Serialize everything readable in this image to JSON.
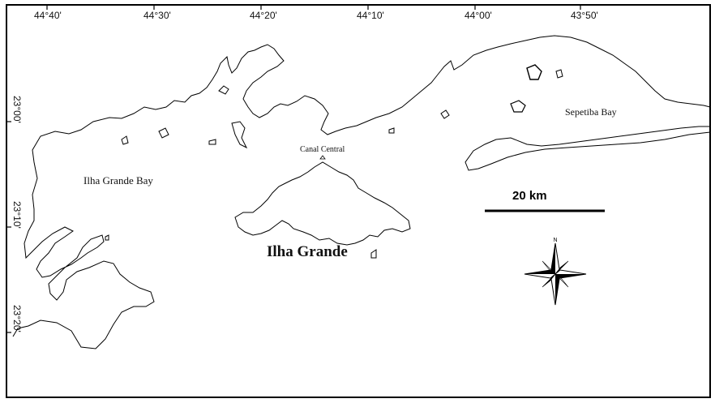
{
  "map": {
    "longitude_labels": [
      "44°40'",
      "44°30'",
      "44°20'",
      "44°10'",
      "44°00'",
      "43°50'"
    ],
    "latitude_labels": [
      "23°00'",
      "23°10'",
      "23°20'"
    ],
    "places": {
      "ilha_grande_bay": "Ilha Grande Bay",
      "ilha_grande": "Ilha Grande",
      "canal_central": "Canal Central",
      "sepetiba_bay": "Sepetiba Bay"
    },
    "scale_bar_label": "20 km",
    "compass_north_label": "N",
    "colors": {
      "ink": "#000000",
      "background": "#ffffff"
    }
  }
}
